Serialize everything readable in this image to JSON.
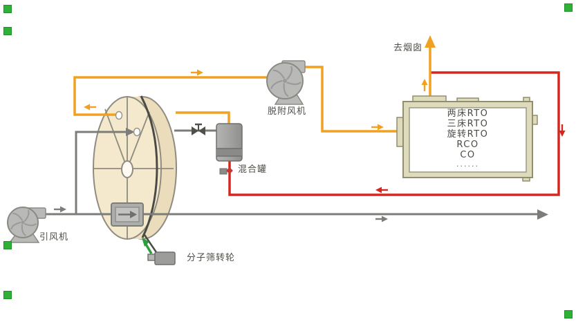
{
  "diagram": {
    "labels": {
      "chimney": "去烟囱",
      "desorption_fan": "脱附风机",
      "mixing_tank": "混合罐",
      "induced_draft_fan": "引风机",
      "molecular_sieve_rotor": "分子筛转轮"
    },
    "rto_box": {
      "lines": [
        "两床RTO",
        "三床RTO",
        "旋转RTO",
        "RCO",
        "CO",
        "......"
      ]
    },
    "colors": {
      "desorption_line_orange": "#F0A122",
      "hot_air_line_red": "#D5261F",
      "process_air_line_gray": "#7C7C79",
      "rotor_beige": "#F2E7CA",
      "equipment_gray": "#B9B9B7",
      "rto_frame_khaki": "#DEDBBC",
      "selection_handle_green": "#2EB135",
      "rotation_arrow_green": "#2E9E3C"
    },
    "icons": {
      "centrifugal_fan": "fan-icon",
      "valve": "valve-icon",
      "flow_arrow": "flow-arrow-icon",
      "chimney_arrow": "chimney-arrow-icon",
      "rotation_arrow": "rotation-arrow-icon"
    }
  }
}
